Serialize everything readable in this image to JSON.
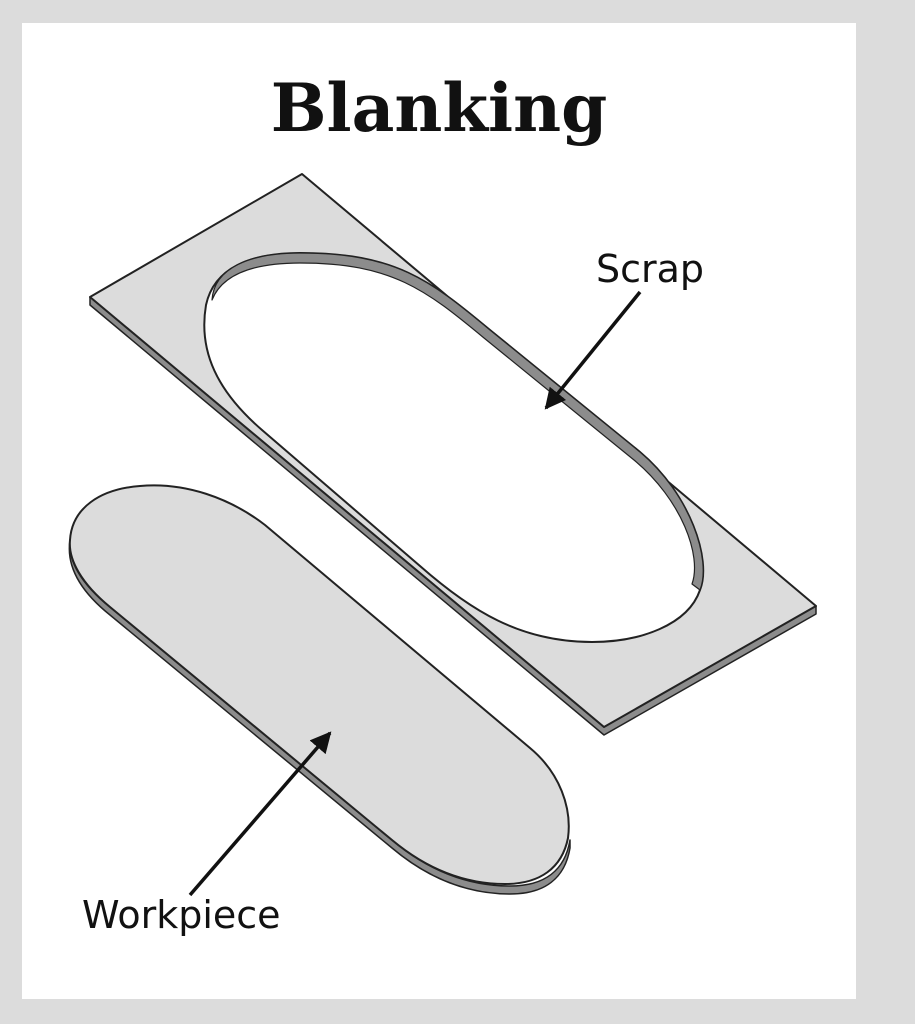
{
  "title": "Blanking",
  "labels": {
    "scrap": "Scrap",
    "workpiece": "Workpiece"
  },
  "colors": {
    "background": "#dcdcdc",
    "panel": "#ffffff",
    "part_face": "#dcdcdc",
    "part_edge": "#8c8c8c",
    "outline": "#222222",
    "text": "#111111"
  }
}
